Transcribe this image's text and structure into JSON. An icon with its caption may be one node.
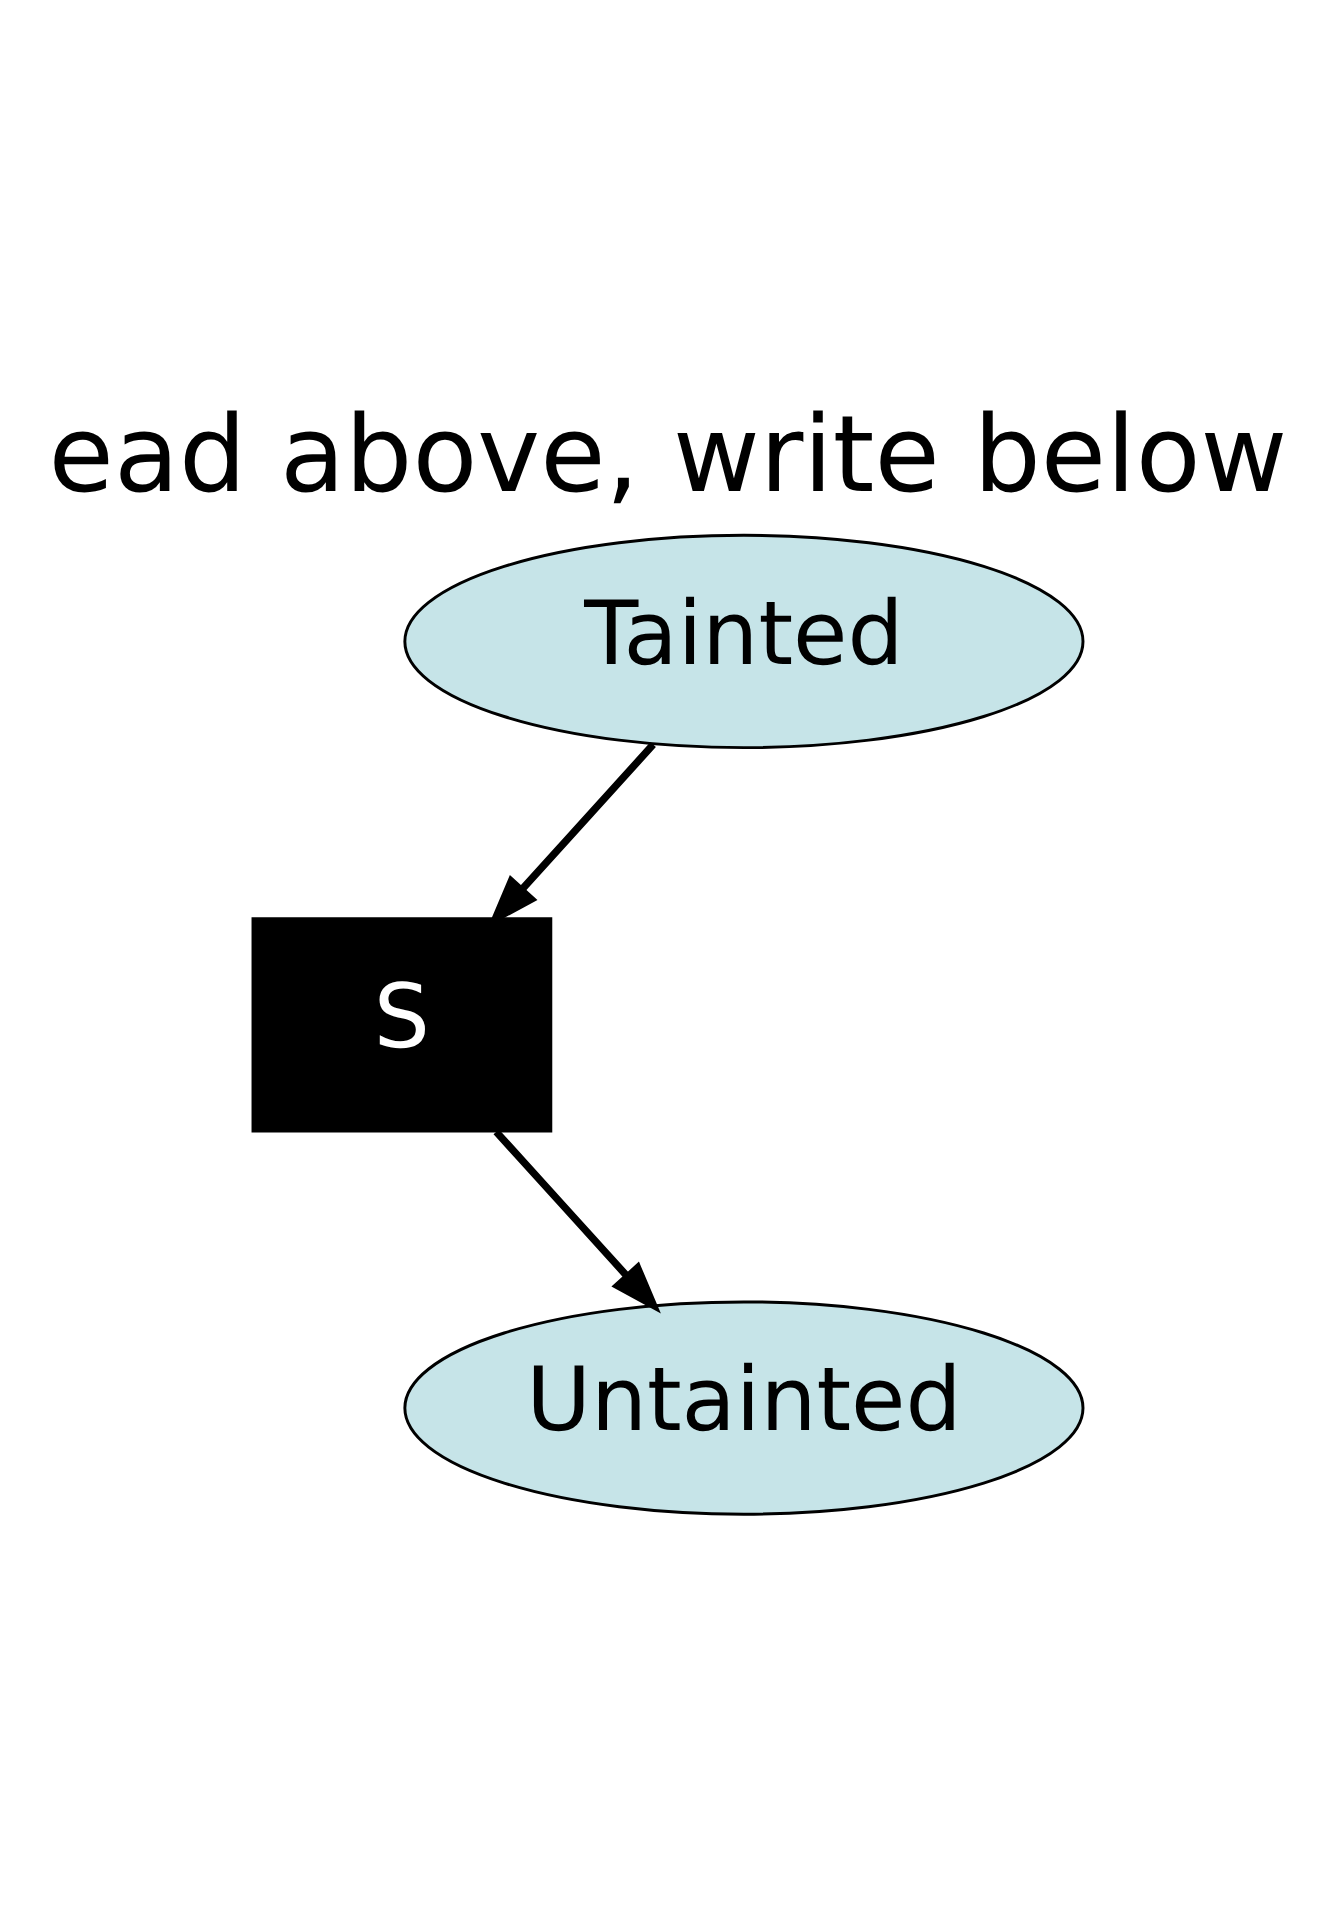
{
  "diagram": {
    "title": "ead above, write below",
    "nodes": [
      {
        "text": [
          "Tainted"
        ]
      },
      {
        "text": [
          "S"
        ]
      },
      {
        "text": [
          "Untainted"
        ]
      }
    ],
    "edges": [
      {
        "from": 0,
        "to": 1,
        "arrow": "to"
      },
      {
        "from": 1,
        "to": 2,
        "arrow": "to"
      }
    ]
  }
}
